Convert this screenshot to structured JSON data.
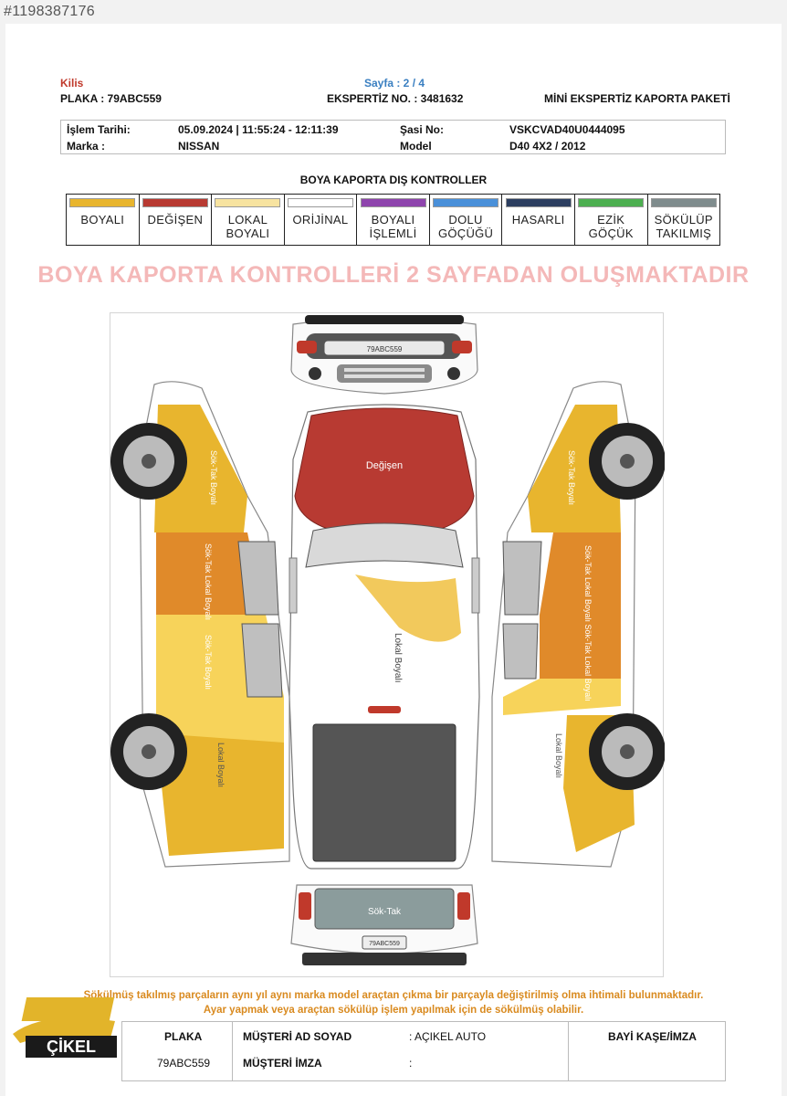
{
  "listing_id": "#1198387176",
  "header": {
    "city": "Kilis",
    "page": "Sayfa : 2 / 4",
    "plate": "PLAKA : 79ABC559",
    "expertise_no": "EKSPERTİZ NO. : 3481632",
    "package": "MİNİ EKSPERTİZ KAPORTA PAKETİ"
  },
  "info": {
    "date_label": "İşlem Tarihi:",
    "date_value": "05.09.2024 | 11:55:24 - 12:11:39",
    "chassis_label": "Şasi No:",
    "chassis_value": "VSKCVAD40U0444095",
    "brand_label": "Marka :",
    "brand_value": "NISSAN",
    "model_label": "Model",
    "model_value": "D40 4X2 / 2012"
  },
  "section_title": "BOYA KAPORTA DIŞ KONTROLLER",
  "legend": [
    {
      "label": "BOYALI",
      "color": "#e8b52e"
    },
    {
      "label": "DEĞİŞEN",
      "color": "#b83a32"
    },
    {
      "label": "LOKAL\nBOYALI",
      "color": "#f7e3a0"
    },
    {
      "label": "ORİJİNAL",
      "color": "#ffffff"
    },
    {
      "label": "BOYALI\nİŞLEMLİ",
      "color": "#8e44ad"
    },
    {
      "label": "DOLU\nGÖÇÜĞÜ",
      "color": "#4a90d9"
    },
    {
      "label": "HASARLI",
      "color": "#2c3e60"
    },
    {
      "label": "EZİK\nGÖÇÜK",
      "color": "#4caf50"
    },
    {
      "label": "SÖKÜLÜP\nTAKILMIŞ",
      "color": "#7f8c8d"
    }
  ],
  "banner": "BOYA KAPORTA KONTROLLERİ 2 SAYFADAN OLUŞMAKTADIR",
  "diagram": {
    "hood_label": "Değişen",
    "roof_label": "Lokal Boyalı",
    "tailgate_label": "Sök-Tak",
    "front_plate": "79ABC559",
    "rear_plate": "79ABC559",
    "left_front_fender": "Sök-Tak Boyalı",
    "left_front_door": "Sök-Tak Lokal Boyalı",
    "left_rear_door": "Sök-Tak Boyalı",
    "left_rear_fender": "Lokal Boyalı",
    "right_front_fender": "Sök-Tak Boyalı",
    "right_doors": "Sök-Tak Lokal Boyalı Sök-Tak Lokal Boyalı",
    "right_rear_fender": "Lokal Boyalı"
  },
  "notes": {
    "line1": "Sökülmüş takılmış parçaların aynı yıl aynı marka model araçtan çıkma bir parçayla değiştirilmiş olma ihtimali bulunmaktadır.",
    "line2": "Ayar yapmak veya araçtan sökülüp işlem yapılmak için de sökülmüş olabilir."
  },
  "footer": {
    "plate_label": "PLAKA",
    "plate_value": "79ABC559",
    "customer_label": "MÜŞTERİ AD SOYAD",
    "customer_value": ": AÇIKEL AUTO",
    "signature_label": "MÜŞTERİ İMZA",
    "signature_value": ":",
    "dealer_label": "BAYİ KAŞE/İMZA"
  },
  "logo_text": "ÇİKEL"
}
